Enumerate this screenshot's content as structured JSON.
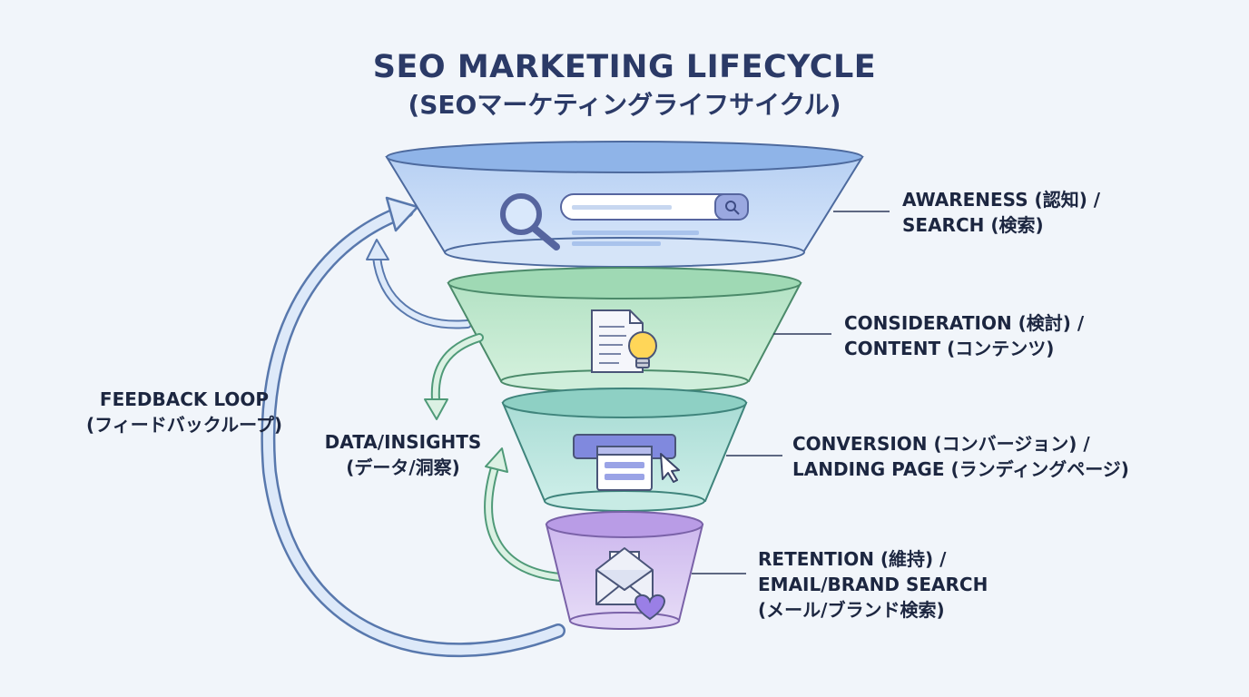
{
  "title": "SEO MARKETING LIFECYCLE",
  "subtitle": "(SEOマーケティングライフサイクル)",
  "stages": [
    {
      "id": "awareness",
      "lines": [
        "AWARENESS (認知) /",
        "SEARCH (検索)"
      ],
      "fill": "#c7dcf7",
      "stroke": "#4d6a9e",
      "icon": "magnifier-search-bar-icon"
    },
    {
      "id": "consideration",
      "lines": [
        "CONSIDERATION (検討) /",
        "CONTENT (コンテンツ)"
      ],
      "fill": "#c5ebd3",
      "stroke": "#4b8a6a",
      "icon": "document-lightbulb-icon"
    },
    {
      "id": "conversion",
      "lines": [
        "CONVERSION (コンバージョン) /",
        "LANDING PAGE (ランディングページ)"
      ],
      "fill": "#bde5df",
      "stroke": "#3f847c",
      "icon": "landing-page-click-icon"
    },
    {
      "id": "retention",
      "lines": [
        "RETENTION (維持) /",
        "EMAIL/BRAND SEARCH",
        "(メール/ブランド検索)"
      ],
      "fill": "#dccdf2",
      "stroke": "#7a62a8",
      "icon": "envelope-heart-icon"
    }
  ],
  "feedback_loop": {
    "lines": [
      "FEEDBACK LOOP",
      "(フィードバックループ)"
    ]
  },
  "data_insights": {
    "lines": [
      "DATA/INSIGHTS",
      "(データ/洞察)"
    ]
  },
  "colors": {
    "title": "#2b3a67",
    "text": "#1c2640",
    "arrow_blue": "#5878ad",
    "arrow_green": "#4f9a78",
    "background": "#f1f5fa"
  }
}
